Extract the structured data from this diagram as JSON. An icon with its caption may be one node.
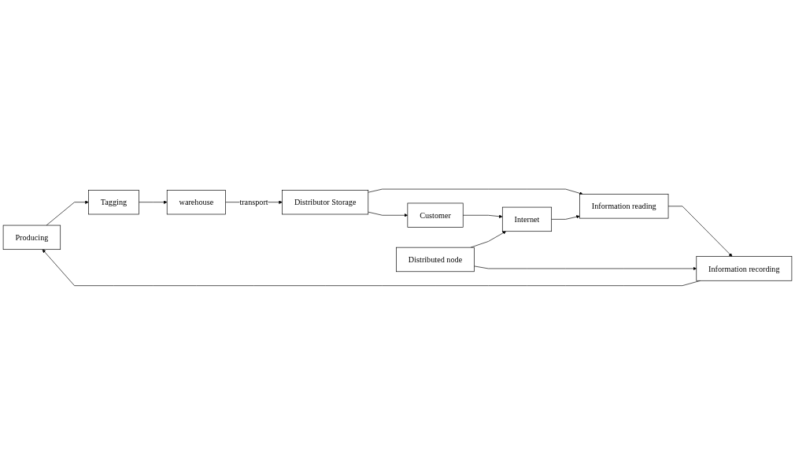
{
  "diagram": {
    "nodes": [
      {
        "text": [
          "Producing"
        ]
      },
      {
        "text": [
          "Tagging"
        ]
      },
      {
        "text": [
          "warehouse"
        ]
      },
      {
        "text": [
          "Information recording"
        ]
      },
      {
        "text": [
          "Information reading"
        ]
      },
      {
        "text": [
          "Distributor Storage"
        ]
      },
      {
        "text": [
          "Distributed node"
        ]
      },
      {
        "text": [
          "Internet"
        ]
      },
      {
        "text": [
          "Customer"
        ]
      }
    ],
    "edges": [
      {
        "from": 0,
        "to": 1,
        "arrow": "to"
      },
      {
        "from": 1,
        "to": 2,
        "arrow": "to"
      },
      {
        "from": 2,
        "to": 5,
        "arrow": "to",
        "label": "transport"
      },
      {
        "from": 5,
        "to": 4,
        "arrow": "to"
      },
      {
        "from": 4,
        "to": 3,
        "arrow": "to"
      },
      {
        "from": 3,
        "to": 0,
        "arrow": "to"
      },
      {
        "from": 5,
        "to": 8,
        "arrow": "to"
      },
      {
        "from": 8,
        "to": 7,
        "arrow": "to"
      },
      {
        "from": 6,
        "to": 7,
        "arrow": "to"
      },
      {
        "from": 7,
        "to": 4,
        "arrow": "to"
      },
      {
        "from": 6,
        "to": 3,
        "arrow": "to"
      }
    ]
  }
}
